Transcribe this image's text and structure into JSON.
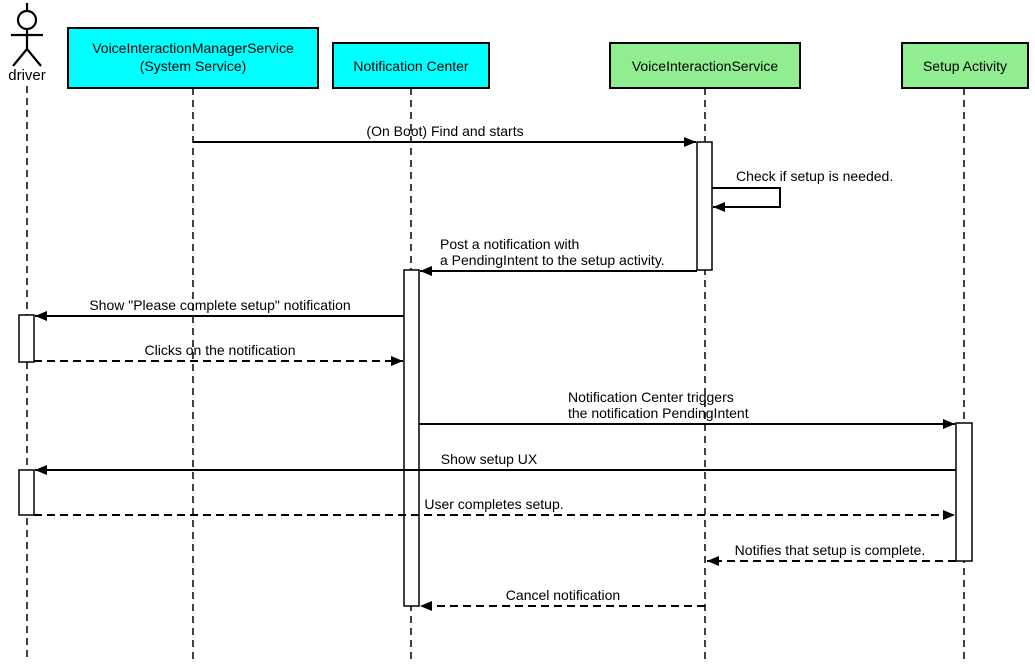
{
  "diagram_type": "uml-sequence-diagram",
  "colors": {
    "system_service_fill": "#00FFFF",
    "app_component_fill": "#90EE90",
    "stroke": "#000000",
    "background": "#FFFFFF",
    "activation_fill": "#FFFFFF"
  },
  "participants": [
    {
      "id": "driver",
      "kind": "actor",
      "label": "driver"
    },
    {
      "id": "voice-interaction-manager-service",
      "kind": "box",
      "line1": "VoiceInteractionManagerService",
      "line2": "(System Service)",
      "fill": "#00FFFF"
    },
    {
      "id": "notification-center",
      "kind": "box",
      "line1": "Notification Center",
      "fill": "#00FFFF"
    },
    {
      "id": "voice-interaction-service",
      "kind": "box",
      "line1": "VoiceInteractionService",
      "fill": "#90EE90"
    },
    {
      "id": "setup-activity",
      "kind": "box",
      "line1": "Setup Activity",
      "fill": "#90EE90"
    }
  ],
  "messages": [
    {
      "from": "voice-interaction-manager-service",
      "to": "voice-interaction-service",
      "style": "solid",
      "line1": "(On Boot) Find and starts"
    },
    {
      "from": "voice-interaction-service",
      "to": "voice-interaction-service",
      "style": "solid-self",
      "line1": "Check if setup is needed."
    },
    {
      "from": "voice-interaction-service",
      "to": "notification-center",
      "style": "solid",
      "line1": "Post a notification with",
      "line2": "a PendingIntent to the setup activity."
    },
    {
      "from": "notification-center",
      "to": "driver",
      "style": "solid",
      "line1": "Show \"Please complete setup\" notification"
    },
    {
      "from": "driver",
      "to": "notification-center",
      "style": "dashed",
      "line1": "Clicks on the notification"
    },
    {
      "from": "notification-center",
      "to": "setup-activity",
      "style": "solid",
      "line1": "Notification Center triggers",
      "line2": "the notification PendingIntent"
    },
    {
      "from": "setup-activity",
      "to": "driver",
      "style": "solid",
      "line1": "Show setup UX"
    },
    {
      "from": "driver",
      "to": "setup-activity",
      "style": "dashed",
      "line1": "User completes setup."
    },
    {
      "from": "setup-activity",
      "to": "voice-interaction-service",
      "style": "dashed",
      "line1": "Notifies that setup is complete."
    },
    {
      "from": "voice-interaction-service",
      "to": "notification-center",
      "style": "dashed",
      "line1": "Cancel notification"
    }
  ]
}
